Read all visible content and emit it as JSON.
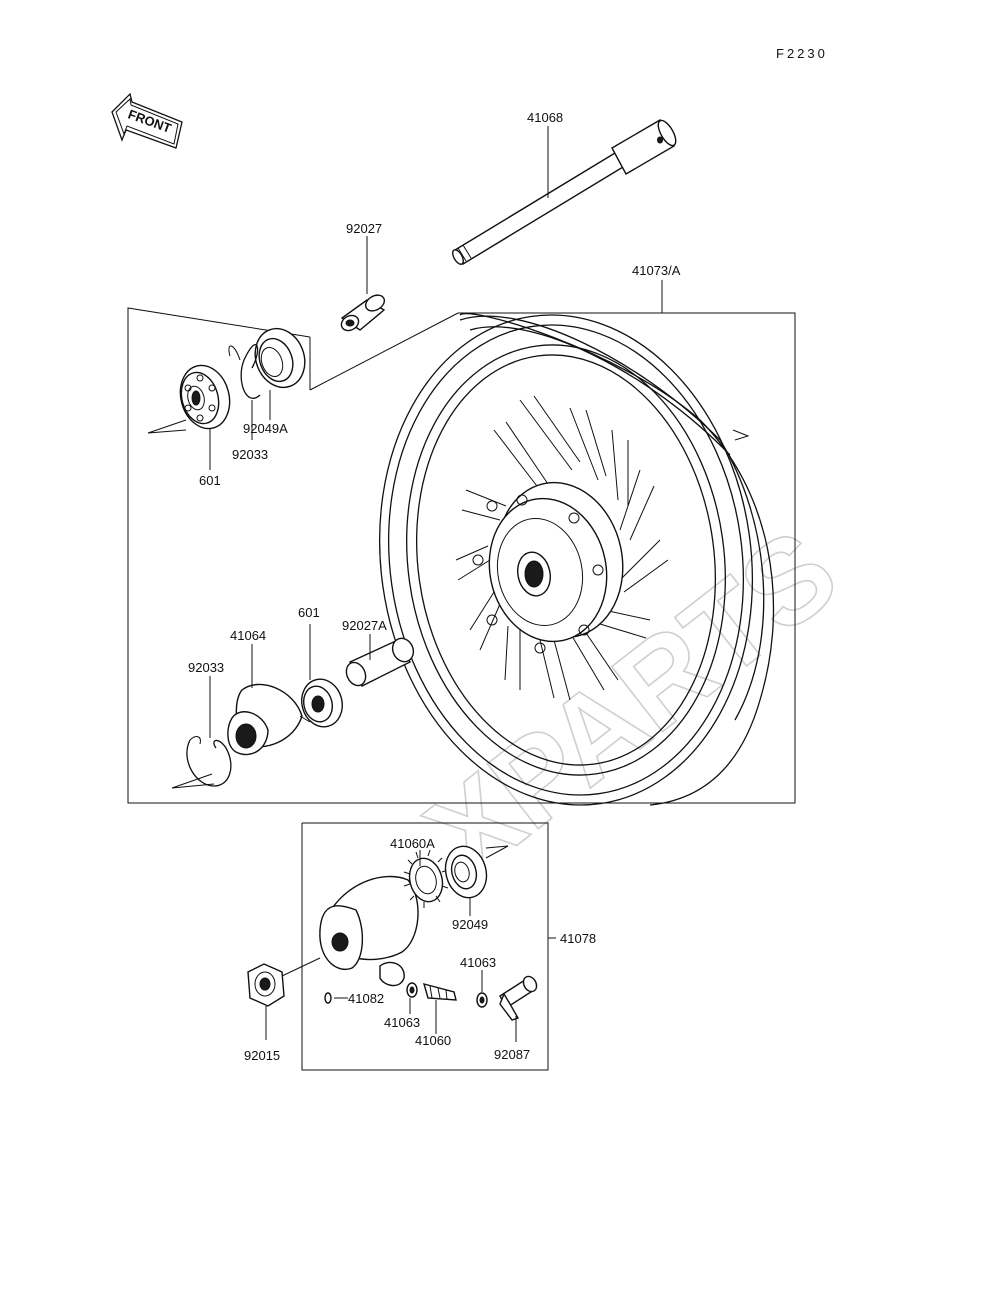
{
  "drawing": {
    "code": "F2230",
    "front_arrow_label": "FRONT",
    "watermark": "XPARTS"
  },
  "parts": {
    "axle": "41068",
    "axle_collar": "92027",
    "wheel_assembly": "41073/A",
    "bearing_left": "601",
    "circlip_left": "92033",
    "oil_seal_left": "92049A",
    "gear_housing_cover": "41064",
    "bearing_right": "601",
    "spacer": "92027A",
    "circlip_right": "92033",
    "meter_gear": "41060A",
    "oil_seal_gearbox": "92049",
    "gearbox_assembly": "41078",
    "pinion_gear": "41060",
    "washer_upper": "41063",
    "washer_lower": "41063",
    "pin": "41082",
    "bushing": "92087",
    "axle_nut": "92015"
  }
}
